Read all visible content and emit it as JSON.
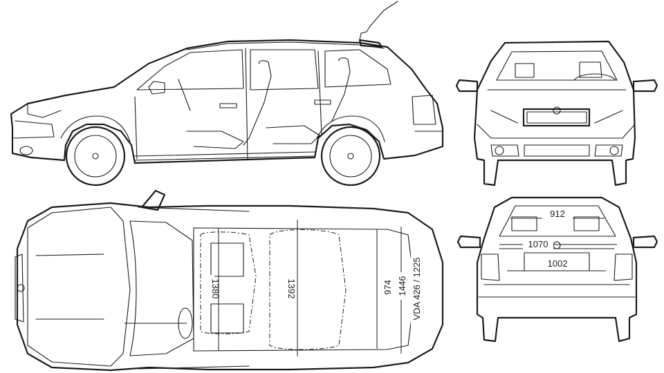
{
  "dimensions": {
    "rear_top": "912",
    "rear_middle": "1070",
    "rear_bottom": "1002",
    "top_seat_front": "1380",
    "top_seat_rear": "1392",
    "top_cargo": "974",
    "top_cargo_height": "1446",
    "vda_volume": "VDA 426 / 1225"
  },
  "colors": {
    "line": "#1a1a1a",
    "background": "#ffffff"
  }
}
